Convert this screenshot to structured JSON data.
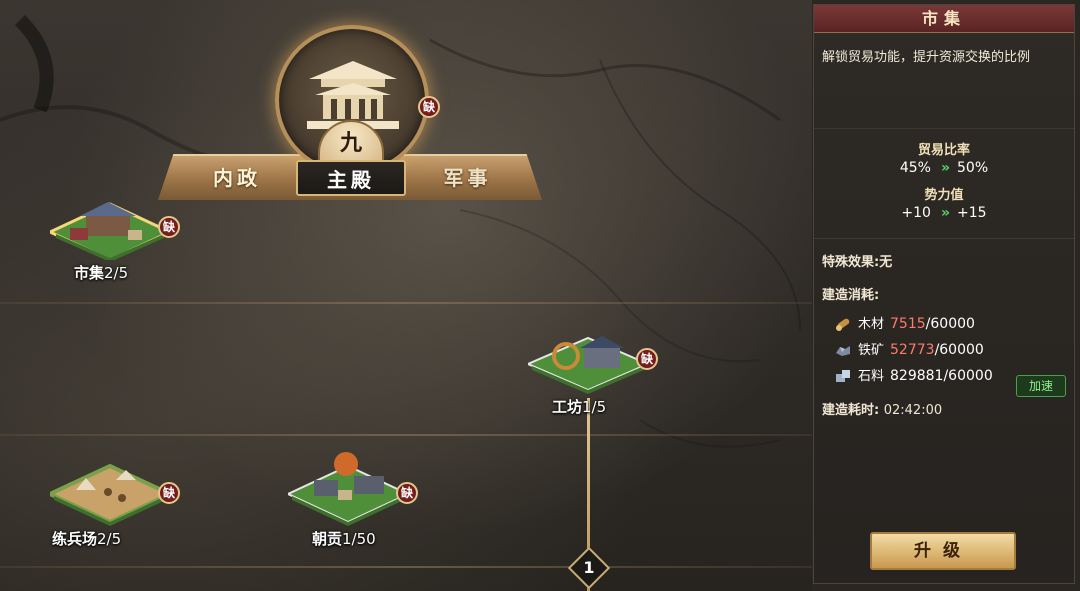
{
  "tabs": {
    "left": "内政",
    "center": "主殿",
    "right": "军事"
  },
  "emblem": {
    "rank": "九",
    "missing": "缺"
  },
  "buildings": [
    {
      "name": "市集",
      "count": "2/5",
      "missing": "缺"
    },
    {
      "name": "工坊",
      "count": "1/5",
      "missing": "缺"
    },
    {
      "name": "练兵场",
      "count": "2/5",
      "missing": "缺"
    },
    {
      "name": "朝贡",
      "count": "1/50",
      "missing": "缺"
    }
  ],
  "level": "1",
  "panel": {
    "title": "市集",
    "description": "解锁贸易功能，提升资源交换的比例",
    "stats": [
      {
        "label": "贸易比率",
        "from": "45%",
        "to": "50%",
        "arrow": "»"
      },
      {
        "label": "势力值",
        "from": "+10",
        "to": "+15",
        "arrow": "»"
      }
    ],
    "special_label": "特殊效果:",
    "special_value": "无",
    "cost_label": "建造消耗:",
    "resources": [
      {
        "icon": "wood-icon",
        "name": "木材",
        "current": "7515",
        "required": "/60000",
        "short": true
      },
      {
        "icon": "iron-ore-icon",
        "name": "铁矿",
        "current": "52773",
        "required": "/60000",
        "short": true
      },
      {
        "icon": "stone-icon",
        "name": "石料",
        "current": "829881",
        "required": "/60000",
        "short": false
      }
    ],
    "time_label": "建造耗时:",
    "time_value": "02:42:00",
    "accelerate": "加速",
    "upgrade": "升级"
  }
}
